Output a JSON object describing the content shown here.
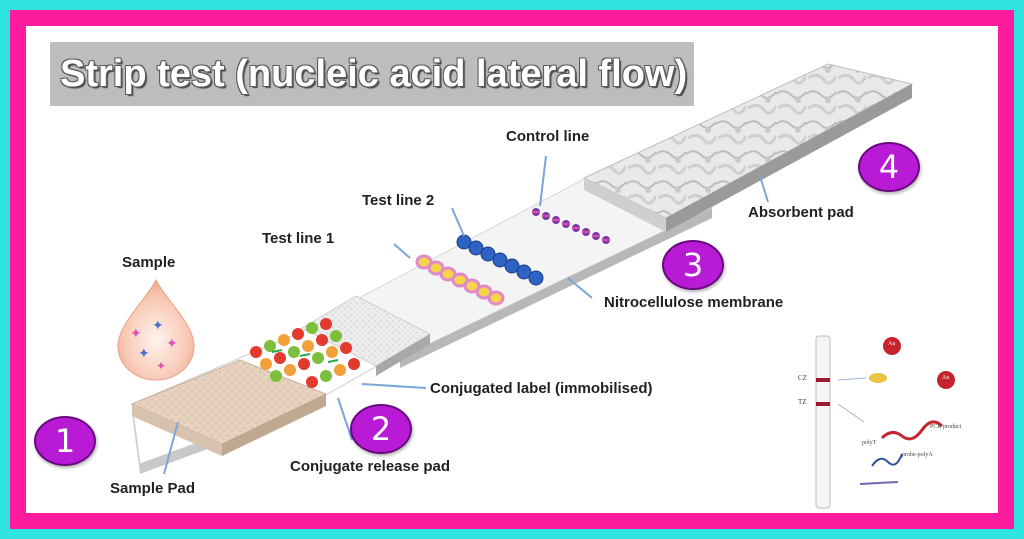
{
  "title": "Strip test  (nucleic acid lateral flow)",
  "labels": {
    "sample": "Sample",
    "sample_pad": "Sample Pad",
    "conjugate_release_pad": "Conjugate release pad",
    "conjugated_label": "Conjugated label (immobilised)",
    "test_line_1": "Test line 1",
    "test_line_2": "Test line 2",
    "control_line": "Control line",
    "nitrocellulose": "Nitrocellulose membrane",
    "absorbent_pad": "Absorbent pad"
  },
  "numbers": [
    "1",
    "2",
    "3",
    "4"
  ],
  "inset": {
    "cz": "CZ",
    "tz": "TZ",
    "au": "Au",
    "pcr_product": "PCR product",
    "polyt": "polyT",
    "probe_polya": "probe-polyA"
  },
  "colors": {
    "background": "#2fe3e0",
    "frame": "#ff1c9c",
    "number_badge": "#b81ad6",
    "title_bar": "#bdbdbd"
  }
}
